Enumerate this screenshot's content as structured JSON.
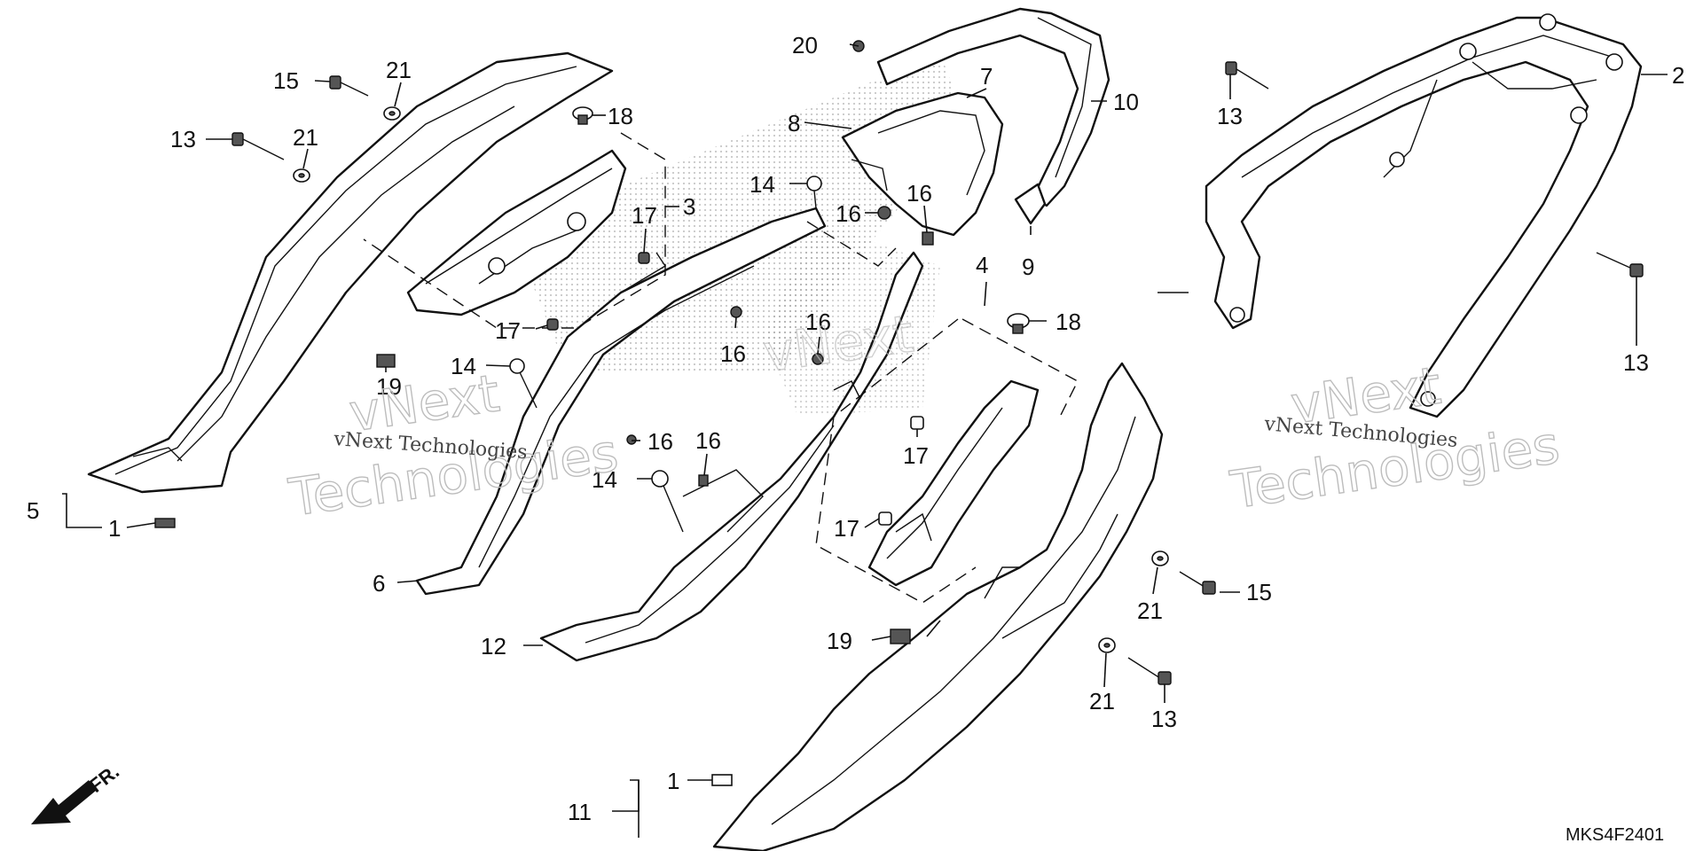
{
  "diagram_code": "MKS4F2401",
  "direction_label": "FR.",
  "watermarks": {
    "line1": "vNext",
    "line2": "Technologies",
    "inline": "vNext Technologies"
  },
  "callouts": {
    "c1a": "1",
    "c1b": "1",
    "c2": "2",
    "c3": "3",
    "c4": "4",
    "c5": "5",
    "c6": "6",
    "c7": "7",
    "c8": "8",
    "c9": "9",
    "c10": "10",
    "c11": "11",
    "c12": "12",
    "c13a": "13",
    "c13b": "13",
    "c13c": "13",
    "c13d": "13",
    "c14a": "14",
    "c14b": "14",
    "c14c": "14",
    "c15a": "15",
    "c15b": "15",
    "c16a": "16",
    "c16b": "16",
    "c16c": "16",
    "c16d": "16",
    "c16e": "16",
    "c16f": "16",
    "c17a": "17",
    "c17b": "17",
    "c17c": "17",
    "c17d": "17",
    "c18a": "18",
    "c18b": "18",
    "c19a": "19",
    "c19b": "19",
    "c20": "20",
    "c21a": "21",
    "c21b": "21",
    "c21c": "21",
    "c21d": "21"
  }
}
